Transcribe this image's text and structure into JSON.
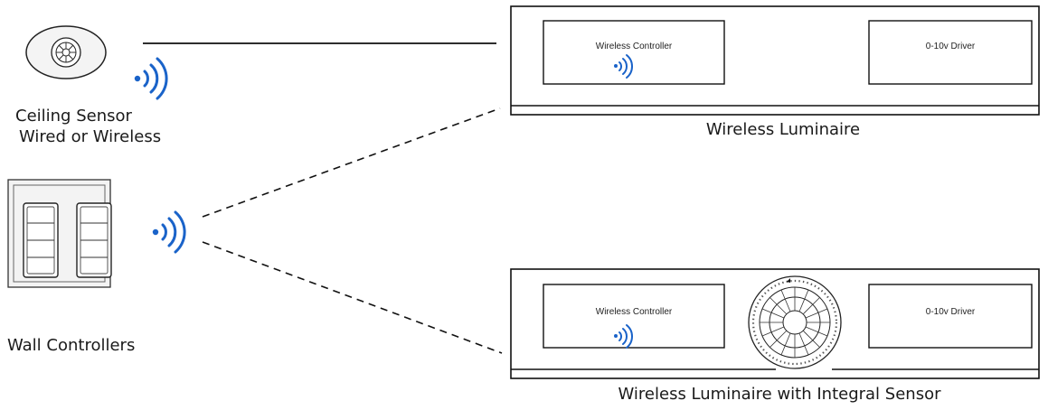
{
  "devices": {
    "ceiling_sensor_line1": "Ceiling Sensor",
    "ceiling_sensor_line2": "Wired or Wireless",
    "wall_controllers": "Wall Controllers"
  },
  "luminaires": [
    {
      "caption": "Wireless Luminaire",
      "controller": "Wireless Controller",
      "driver": "0-10v Driver"
    },
    {
      "caption": "Wireless Luminaire with Integral Sensor",
      "controller": "Wireless Controller",
      "driver": "0-10v Driver"
    }
  ],
  "colors": {
    "wireless": "#1a63c9",
    "line": "#111111"
  },
  "icons": [
    "ceiling-sensor-icon",
    "wall-switch-icon",
    "wireless-signal-icon",
    "integral-sensor-icon"
  ]
}
